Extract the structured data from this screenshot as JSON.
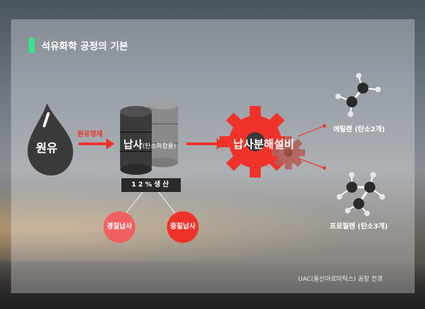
{
  "title": "석유화학 공정의 기본",
  "crude": "원유",
  "refining": "원유정제",
  "naphtha": "납사",
  "naphtha_note": "(탄소화합물)",
  "production": "12%생산",
  "light": "경질납사",
  "heavy": "중질납사",
  "cracker": "납사분해설비",
  "ethylene": "에틸렌 (탄소2개)",
  "propylene": "프로필렌 (탄소3개)",
  "caption": "UAC(울산아로마틱스) 공장 전경",
  "colors": {
    "accent_red": "#f0332a",
    "green": "#2ee88a",
    "dark": "#3a3a3a"
  }
}
